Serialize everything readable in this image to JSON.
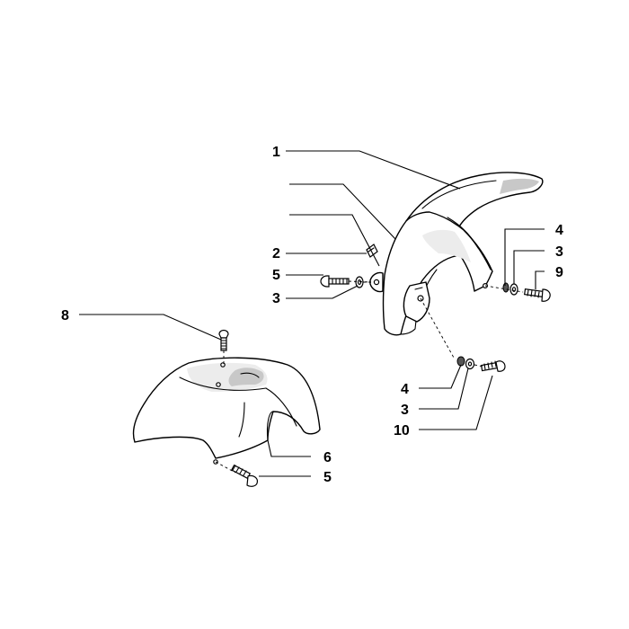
{
  "callouts": [
    {
      "id": "c1",
      "text": "1"
    },
    {
      "id": "c2",
      "text": "2"
    },
    {
      "id": "c5a",
      "text": "5"
    },
    {
      "id": "c3a",
      "text": "3"
    },
    {
      "id": "c4a",
      "text": "4"
    },
    {
      "id": "c3b",
      "text": "3"
    },
    {
      "id": "c9",
      "text": "9"
    },
    {
      "id": "c8",
      "text": "8"
    },
    {
      "id": "c4b",
      "text": "4"
    },
    {
      "id": "c3c",
      "text": "3"
    },
    {
      "id": "c10",
      "text": "10"
    },
    {
      "id": "c6",
      "text": "6"
    },
    {
      "id": "c5b",
      "text": "5"
    }
  ]
}
